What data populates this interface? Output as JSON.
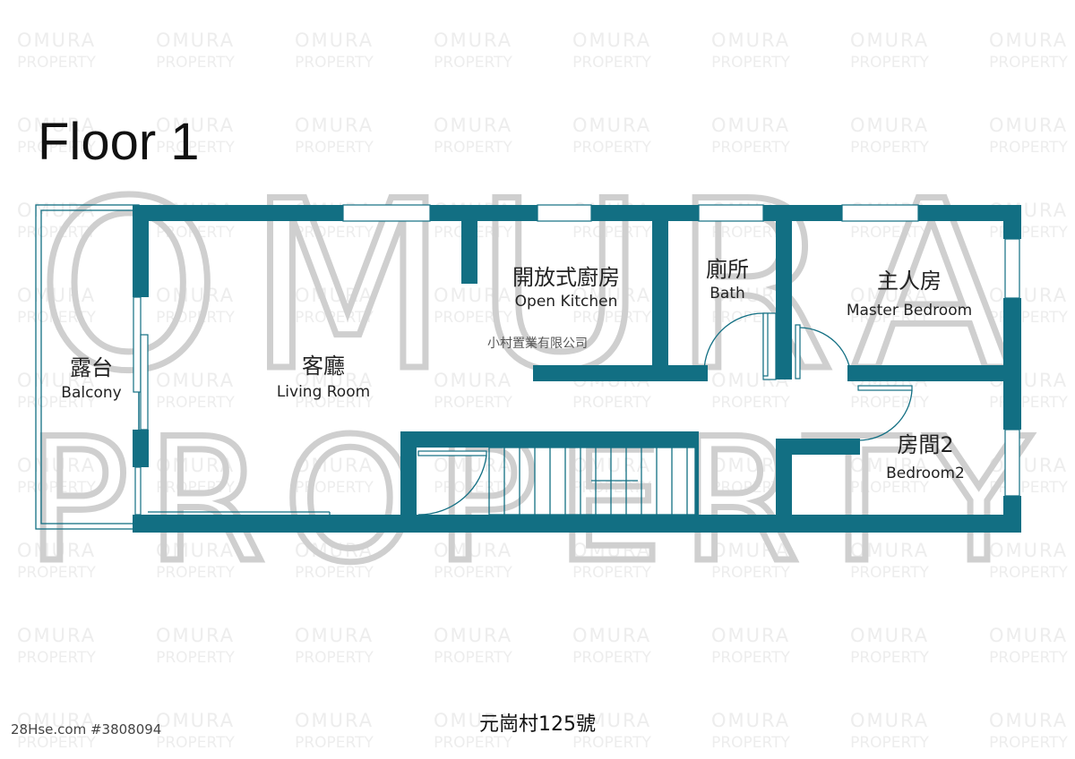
{
  "title": "Floor 1",
  "watermark": {
    "tile_line1": "OMURA",
    "tile_line2": "PROPERTY",
    "big_line1": "OMURA",
    "big_line2": "PROPERTY"
  },
  "agent_text": "小村置業有限公司",
  "rooms": {
    "balcony": {
      "zh": "露台",
      "en": "Balcony"
    },
    "living_room": {
      "zh": "客廳",
      "en": "Living Room"
    },
    "open_kitchen": {
      "zh": "開放式廚房",
      "en": "Open Kitchen"
    },
    "bath": {
      "zh": "廁所",
      "en": "Bath"
    },
    "master_bedroom": {
      "zh": "主人房",
      "en": "Master Bedroom"
    },
    "bedroom2": {
      "zh": "房間2",
      "en": "Bedroom2"
    }
  },
  "address": "元崗村125號",
  "source_id": "28Hse.com #3808094",
  "colors": {
    "wall": "#126f83",
    "watermark": "#cfcfcf"
  }
}
